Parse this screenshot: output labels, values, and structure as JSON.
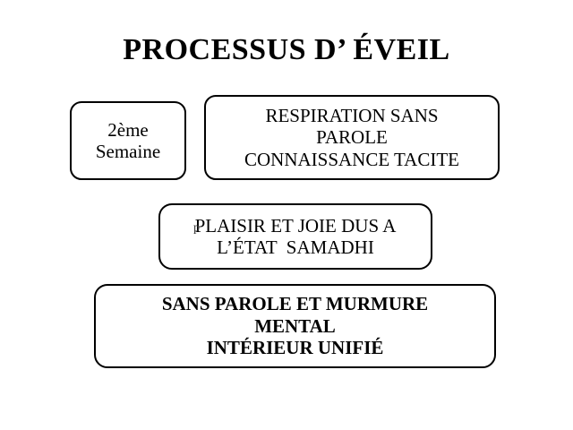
{
  "slide": {
    "title": "PROCESSUS D’ ÉVEIL",
    "background_color": "#ffffff",
    "text_color": "#000000",
    "border_color": "#000000",
    "boxes": [
      {
        "name": "week",
        "lines": [
          "2ème",
          "Semaine"
        ],
        "bold": false
      },
      {
        "name": "respiration",
        "lines": [
          "RESPIRATION SANS",
          "PAROLE",
          "CONNAISSANCE TACITE"
        ],
        "bold": false
      },
      {
        "name": "plaisir",
        "lines": [
          "PLAISIR ET JOIE DUS A",
          "L’ÉTAT  SAMADHI"
        ],
        "bold": false
      },
      {
        "name": "murmure",
        "lines": [
          "SANS PAROLE ET MURMURE",
          "MENTAL",
          "INTÉRIEUR UNIFIÉ"
        ],
        "bold": true
      }
    ],
    "artifact": {
      "stray_character": "p"
    }
  }
}
